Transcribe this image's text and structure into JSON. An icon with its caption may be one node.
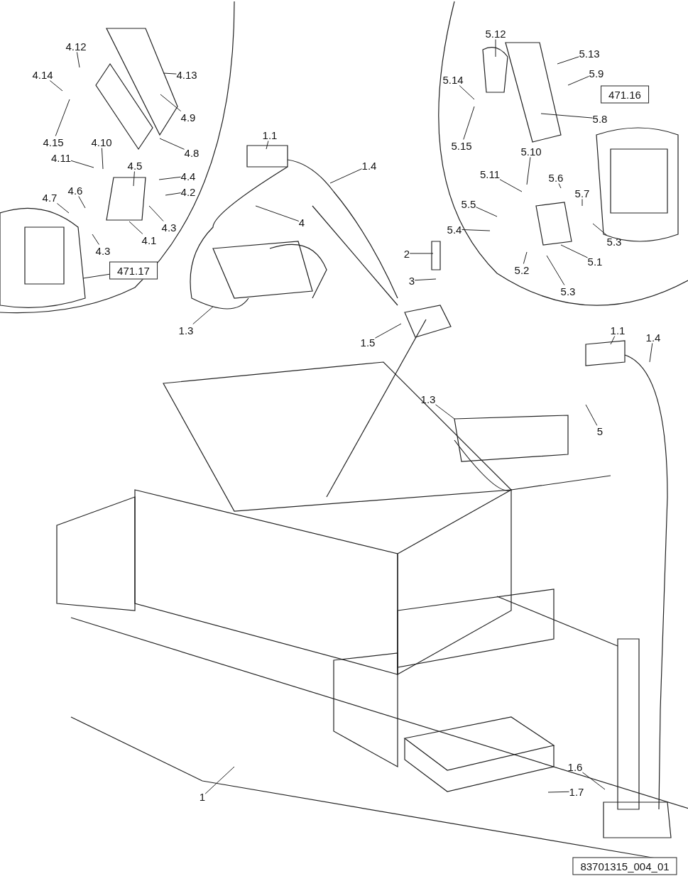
{
  "diagram": {
    "nodes": [
      {
        "text": [
          "4.12"
        ]
      },
      {
        "text": [
          "4.14"
        ]
      },
      {
        "text": [
          "4.13"
        ]
      },
      {
        "text": [
          "4.9"
        ]
      },
      {
        "text": [
          "4.15"
        ]
      },
      {
        "text": [
          "4.10"
        ]
      },
      {
        "text": [
          "4.8"
        ]
      },
      {
        "text": [
          "4.11"
        ]
      },
      {
        "text": [
          "4.5"
        ]
      },
      {
        "text": [
          "4.4"
        ]
      },
      {
        "text": [
          "4.6"
        ]
      },
      {
        "text": [
          "4.2"
        ]
      },
      {
        "text": [
          "4.7"
        ]
      },
      {
        "text": [
          "4.3"
        ]
      },
      {
        "text": [
          "4.1"
        ]
      },
      {
        "text": [
          "4.3"
        ]
      },
      {
        "text": [
          "471.17"
        ]
      },
      {
        "text": [
          "1.1"
        ]
      },
      {
        "text": [
          "1.4"
        ]
      },
      {
        "text": [
          "4"
        ]
      },
      {
        "text": [
          "2"
        ]
      },
      {
        "text": [
          "3"
        ]
      },
      {
        "text": [
          "1.3"
        ]
      },
      {
        "text": [
          "1.5"
        ]
      },
      {
        "text": [
          "5.12"
        ]
      },
      {
        "text": [
          "5.13"
        ]
      },
      {
        "text": [
          "5.9"
        ]
      },
      {
        "text": [
          "471.16"
        ]
      },
      {
        "text": [
          "5.14"
        ]
      },
      {
        "text": [
          "5.8"
        ]
      },
      {
        "text": [
          "5.15"
        ]
      },
      {
        "text": [
          "5.10"
        ]
      },
      {
        "text": [
          "5.6"
        ]
      },
      {
        "text": [
          "5.11"
        ]
      },
      {
        "text": [
          "5.7"
        ]
      },
      {
        "text": [
          "5.5"
        ]
      },
      {
        "text": [
          "5.4"
        ]
      },
      {
        "text": [
          "5.3"
        ]
      },
      {
        "text": [
          "5.1"
        ]
      },
      {
        "text": [
          "5.2"
        ]
      },
      {
        "text": [
          "5.3"
        ]
      },
      {
        "text": [
          "1.1"
        ]
      },
      {
        "text": [
          "1.4"
        ]
      },
      {
        "text": [
          "1.3"
        ]
      },
      {
        "text": [
          "5"
        ]
      },
      {
        "text": [
          "1.6"
        ]
      },
      {
        "text": [
          "1.7"
        ]
      },
      {
        "text": [
          "1"
        ]
      },
      {
        "text": [
          "83701315_004_01"
        ]
      }
    ],
    "edges": [
      {
        "from": 0,
        "to": null,
        "arrow": "none"
      },
      {
        "from": 1,
        "to": null,
        "arrow": "none"
      },
      {
        "from": 2,
        "to": null,
        "arrow": "none"
      },
      {
        "from": 3,
        "to": null,
        "arrow": "none"
      },
      {
        "from": 4,
        "to": null,
        "arrow": "none"
      },
      {
        "from": 5,
        "to": null,
        "arrow": "none"
      },
      {
        "from": 6,
        "to": null,
        "arrow": "none"
      },
      {
        "from": 7,
        "to": null,
        "arrow": "none"
      },
      {
        "from": 8,
        "to": null,
        "arrow": "none"
      },
      {
        "from": 9,
        "to": null,
        "arrow": "none"
      },
      {
        "from": 10,
        "to": null,
        "arrow": "none"
      },
      {
        "from": 11,
        "to": null,
        "arrow": "none"
      },
      {
        "from": 12,
        "to": null,
        "arrow": "none"
      },
      {
        "from": 13,
        "to": null,
        "arrow": "none"
      },
      {
        "from": 14,
        "to": null,
        "arrow": "none"
      },
      {
        "from": 15,
        "to": null,
        "arrow": "none"
      },
      {
        "from": 16,
        "to": null,
        "arrow": "none"
      },
      {
        "from": 17,
        "to": null,
        "arrow": "none"
      },
      {
        "from": 18,
        "to": null,
        "arrow": "none"
      },
      {
        "from": 19,
        "to": null,
        "arrow": "none"
      },
      {
        "from": 20,
        "to": null,
        "arrow": "none"
      },
      {
        "from": 21,
        "to": null,
        "arrow": "none"
      },
      {
        "from": 22,
        "to": null,
        "arrow": "none"
      },
      {
        "from": 23,
        "to": null,
        "arrow": "none"
      },
      {
        "from": 24,
        "to": null,
        "arrow": "none"
      },
      {
        "from": 25,
        "to": null,
        "arrow": "none"
      },
      {
        "from": 26,
        "to": null,
        "arrow": "none"
      },
      {
        "from": 28,
        "to": null,
        "arrow": "none"
      },
      {
        "from": 29,
        "to": null,
        "arrow": "none"
      },
      {
        "from": 30,
        "to": null,
        "arrow": "none"
      },
      {
        "from": 31,
        "to": null,
        "arrow": "none"
      },
      {
        "from": 32,
        "to": null,
        "arrow": "none"
      },
      {
        "from": 33,
        "to": null,
        "arrow": "none"
      },
      {
        "from": 34,
        "to": null,
        "arrow": "none"
      },
      {
        "from": 35,
        "to": null,
        "arrow": "none"
      },
      {
        "from": 36,
        "to": null,
        "arrow": "none"
      },
      {
        "from": 37,
        "to": null,
        "arrow": "none"
      },
      {
        "from": 38,
        "to": null,
        "arrow": "none"
      },
      {
        "from": 39,
        "to": null,
        "arrow": "none"
      },
      {
        "from": 40,
        "to": null,
        "arrow": "none"
      },
      {
        "from": 41,
        "to": null,
        "arrow": "none"
      },
      {
        "from": 42,
        "to": null,
        "arrow": "none"
      },
      {
        "from": 43,
        "to": null,
        "arrow": "none"
      },
      {
        "from": 44,
        "to": null,
        "arrow": "none"
      },
      {
        "from": 45,
        "to": null,
        "arrow": "none"
      },
      {
        "from": 46,
        "to": null,
        "arrow": "none"
      },
      {
        "from": 47,
        "to": null,
        "arrow": "none"
      }
    ]
  }
}
